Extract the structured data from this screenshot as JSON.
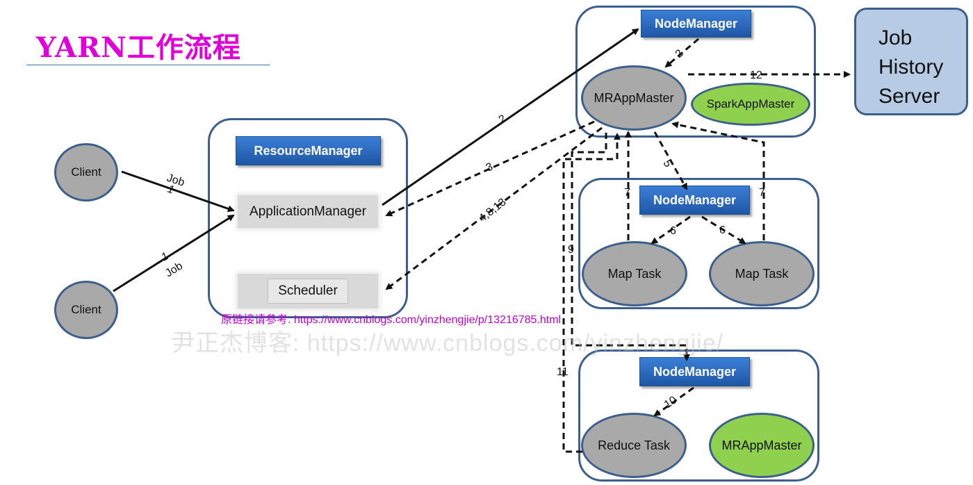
{
  "title": "YARN工作流程",
  "clients": [
    "Client",
    "Client"
  ],
  "resource_manager": {
    "title": "ResourceManager",
    "application_manager": "ApplicationManager",
    "scheduler": "Scheduler"
  },
  "node_manager_top": {
    "title": "NodeManager",
    "mr_app_master": "MRAppMaster",
    "spark_app_master": "SparkAppMaster"
  },
  "node_manager_mid": {
    "title": "NodeManager",
    "map_tasks": [
      "Map Task",
      "Map Task"
    ]
  },
  "node_manager_bottom": {
    "title": "NodeManager",
    "reduce_task": "Reduce Task",
    "mr_app_master": "MRAppMaster"
  },
  "job_history_server": [
    "Job",
    "History",
    "Server"
  ],
  "edge_labels": {
    "client1_job": "Job",
    "client1_num": "1",
    "client2_job": "Job",
    "client2_num": "1",
    "step2": "2",
    "step2_nm": "2",
    "step3": "3",
    "step4": "4,8,13",
    "step5": "5",
    "step6a": "6",
    "step6b": "6",
    "step7a": "7",
    "step7b": "7",
    "step9": "9",
    "step10": "10",
    "step11": "11",
    "step12": "12"
  },
  "annotation": "原链接请参考: https://www.cnblogs.com/yinzhengjie/p/13216785.html",
  "watermark": "尹正杰博客: https://www.cnblogs.com/yinzhengjie/",
  "colors": {
    "title": "#e000d8",
    "group_border": "#3d5f8c",
    "node_manager_fill": "#2a66b8",
    "gray_ellipse": "#a9a9a9",
    "green_ellipse": "#8fd14f",
    "job_history_fill": "#b7cce4",
    "annotation": "#c000d0"
  }
}
